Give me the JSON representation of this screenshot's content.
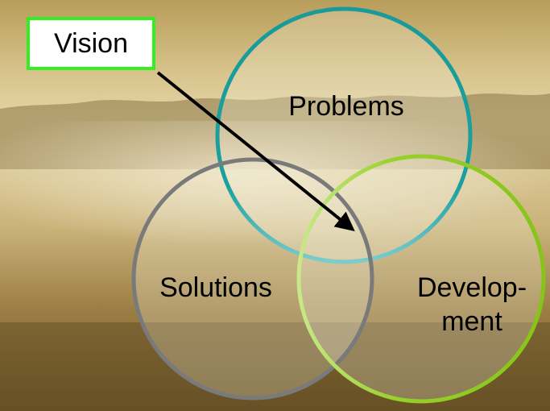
{
  "diagram": {
    "callout": {
      "text": "Vision",
      "border_color": "#33ee22"
    },
    "circles": [
      {
        "id": "problems",
        "label": "Problems",
        "stroke": "#1a9a9a",
        "stroke_lower": "#6ec8c8"
      },
      {
        "id": "solutions",
        "label": "Solutions",
        "stroke": "#7a7a7a"
      },
      {
        "id": "development",
        "label_lines": [
          "Develop-",
          "ment"
        ],
        "stroke": "#8fcc1a",
        "stroke_inner": "#c6e87a"
      }
    ],
    "arrow": {
      "from": "callout",
      "to": "center-overlap",
      "color": "#000000"
    }
  },
  "background": {
    "description_colors": [
      "#c9b27a",
      "#8f7440",
      "#e6d7a6",
      "#6b5426"
    ]
  }
}
